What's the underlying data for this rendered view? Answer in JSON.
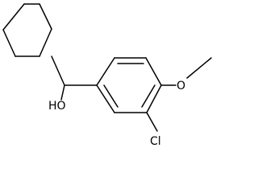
{
  "molecule": {
    "atoms": {
      "hydroxyl": "HO",
      "methoxy_oxygen": "O",
      "chlorine": "Cl"
    }
  }
}
